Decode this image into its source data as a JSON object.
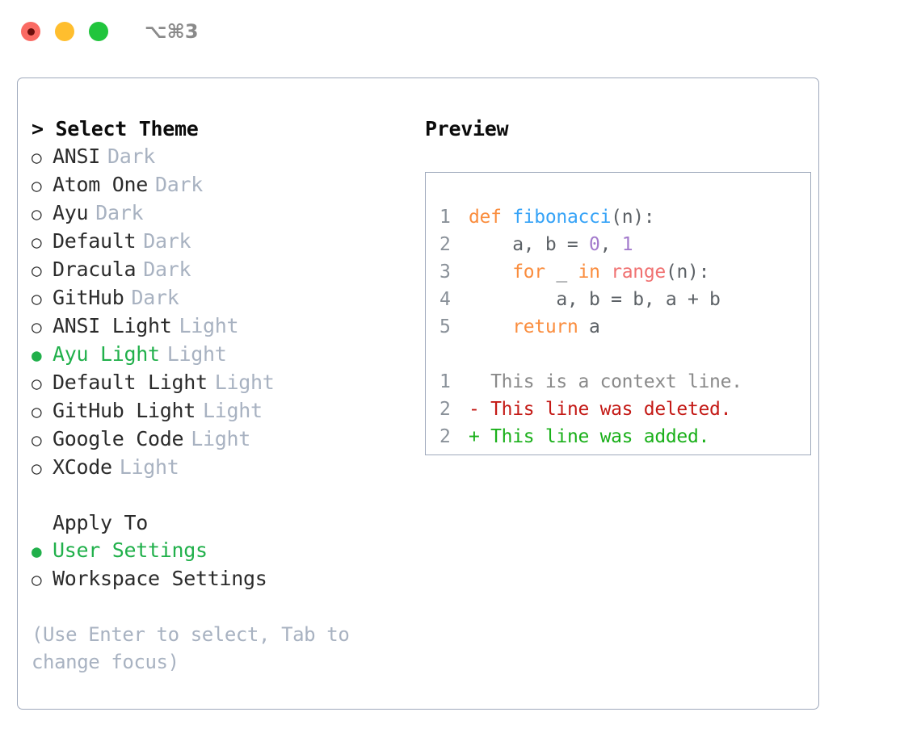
{
  "window": {
    "title": "⌥⌘3",
    "traffic_lights": [
      "close-red",
      "minimize-yellow",
      "maximize-green"
    ]
  },
  "theme_list": {
    "header": "> Select Theme",
    "marker_selected": "●",
    "marker_unselected": "○",
    "items": [
      {
        "label": "ANSI",
        "variant": "Dark",
        "selected": false
      },
      {
        "label": "Atom One",
        "variant": "Dark",
        "selected": false
      },
      {
        "label": "Ayu",
        "variant": "Dark",
        "selected": false
      },
      {
        "label": "Default",
        "variant": "Dark",
        "selected": false
      },
      {
        "label": "Dracula",
        "variant": "Dark",
        "selected": false
      },
      {
        "label": "GitHub",
        "variant": "Dark",
        "selected": false
      },
      {
        "label": "ANSI Light",
        "variant": "Light",
        "selected": false
      },
      {
        "label": "Ayu Light",
        "variant": "Light",
        "selected": true
      },
      {
        "label": "Default Light",
        "variant": "Light",
        "selected": false
      },
      {
        "label": "GitHub Light",
        "variant": "Light",
        "selected": false
      },
      {
        "label": "Google Code",
        "variant": "Light",
        "selected": false
      },
      {
        "label": "XCode",
        "variant": "Light",
        "selected": false
      }
    ]
  },
  "apply_to": {
    "title": "Apply To",
    "items": [
      {
        "label": "User Settings",
        "selected": true
      },
      {
        "label": "Workspace Settings",
        "selected": false
      }
    ]
  },
  "hint": "(Use Enter to select, Tab to change focus)",
  "preview": {
    "title": "Preview",
    "code_lines": [
      {
        "number": "1",
        "tokens": [
          {
            "text": "def ",
            "type": "kw"
          },
          {
            "text": "fibonacci",
            "type": "fn"
          },
          {
            "text": "(n):",
            "type": "punc"
          }
        ]
      },
      {
        "number": "2",
        "tokens": [
          {
            "text": "    a, b = ",
            "type": "var"
          },
          {
            "text": "0",
            "type": "num"
          },
          {
            "text": ", ",
            "type": "punc"
          },
          {
            "text": "1",
            "type": "num"
          }
        ]
      },
      {
        "number": "3",
        "tokens": [
          {
            "text": "    ",
            "type": "var"
          },
          {
            "text": "for",
            "type": "kw"
          },
          {
            "text": " _ ",
            "type": "var"
          },
          {
            "text": "in",
            "type": "kw"
          },
          {
            "text": " ",
            "type": "var"
          },
          {
            "text": "range",
            "type": "builtin"
          },
          {
            "text": "(n):",
            "type": "punc"
          }
        ]
      },
      {
        "number": "4",
        "tokens": [
          {
            "text": "        a, b = b, a + b",
            "type": "var"
          }
        ]
      },
      {
        "number": "5",
        "tokens": [
          {
            "text": "    ",
            "type": "var"
          },
          {
            "text": "return",
            "type": "kw"
          },
          {
            "text": " a",
            "type": "var"
          }
        ]
      }
    ],
    "diff_lines": [
      {
        "number": "1",
        "prefix": "  ",
        "text": "This is a context line.",
        "type": "ctx"
      },
      {
        "number": "2",
        "prefix": "- ",
        "text": "This line was deleted.",
        "type": "del"
      },
      {
        "number": "2",
        "prefix": "+ ",
        "text": "This line was added.",
        "type": "add"
      }
    ]
  },
  "colors": {
    "accent_green": "#21b04b",
    "muted": "#a8b2c1",
    "border": "#9fa9bc",
    "keyword": "#fa8d3e",
    "function": "#36a3f7",
    "number": "#a37acc",
    "builtin": "#f07171",
    "text": "#5c6166",
    "line_number": "#8a9199",
    "diff_delete": "#c41a16",
    "diff_add": "#1ab01a",
    "traffic_red": "#fa6a63",
    "traffic_yellow": "#ffbe2e",
    "traffic_green": "#21c53d"
  }
}
